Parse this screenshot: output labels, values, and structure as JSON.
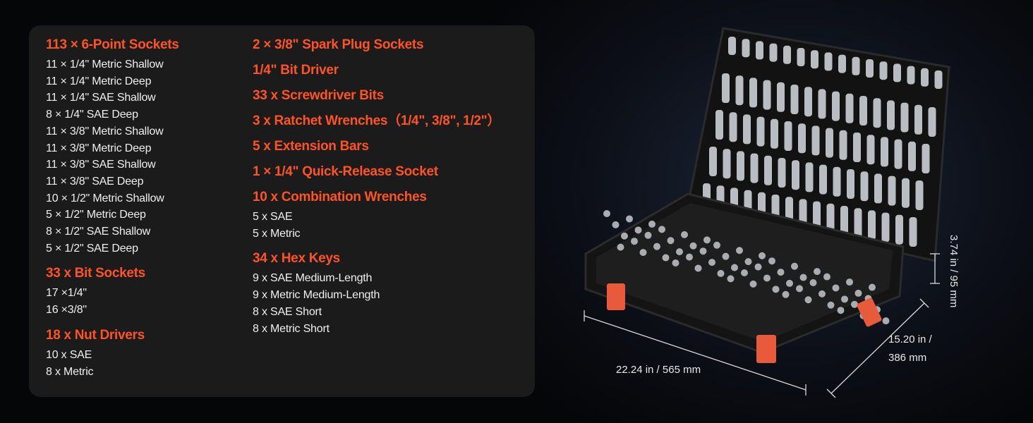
{
  "left_column": [
    {
      "heading": "113 × 6-Point Sockets",
      "items": [
        "11 × 1/4\" Metric Shallow",
        "11 × 1/4\" Metric Deep",
        "11 × 1/4\"  SAE Shallow",
        "8 × 1/4\"  SAE Deep",
        "11 × 3/8\" Metric Shallow",
        "11 × 3/8\" Metric Deep",
        "11 × 3/8\" SAE Shallow",
        "11 × 3/8\" SAE Deep",
        "10 × 1/2\" Metric Shallow",
        "5 × 1/2\" Metric Deep",
        "8 × 1/2\" SAE Shallow",
        "5 × 1/2\" SAE Deep"
      ]
    },
    {
      "heading": "33 x Bit Sockets",
      "items": [
        "17 ×1/4\"",
        "16 ×3/8\""
      ]
    },
    {
      "heading": "18 x Nut Drivers",
      "items": [
        "10 x SAE",
        "8 x Metric"
      ]
    }
  ],
  "right_column": [
    {
      "heading": "2 × 3/8\" Spark Plug Sockets",
      "items": []
    },
    {
      "heading": "1/4\" Bit Driver",
      "items": []
    },
    {
      "heading": "33 x Screwdriver Bits",
      "items": []
    },
    {
      "heading": "3 x Ratchet Wrenches（1/4\", 3/8\", 1/2\"）",
      "items": []
    },
    {
      "heading": "5 x Extension Bars",
      "items": []
    },
    {
      "heading": "1 × 1/4\" Quick-Release Socket",
      "items": []
    },
    {
      "heading": "10 x Combination Wrenches",
      "items": [
        "5 x SAE",
        "5 x Metric"
      ]
    },
    {
      "heading": "34 x Hex Keys",
      "items": [
        "9 x SAE Medium-Length",
        "9 x Metric Medium-Length",
        "8 x SAE Short",
        "8 x Metric Short"
      ]
    }
  ],
  "dimensions": {
    "length": "22.24 in / 565 mm",
    "width_line1": "15.20 in /",
    "width_line2": "386 mm",
    "height": "3.74 in / 95 mm"
  },
  "colors": {
    "accent": "#ff5422",
    "panel": "#1b1b1b"
  }
}
